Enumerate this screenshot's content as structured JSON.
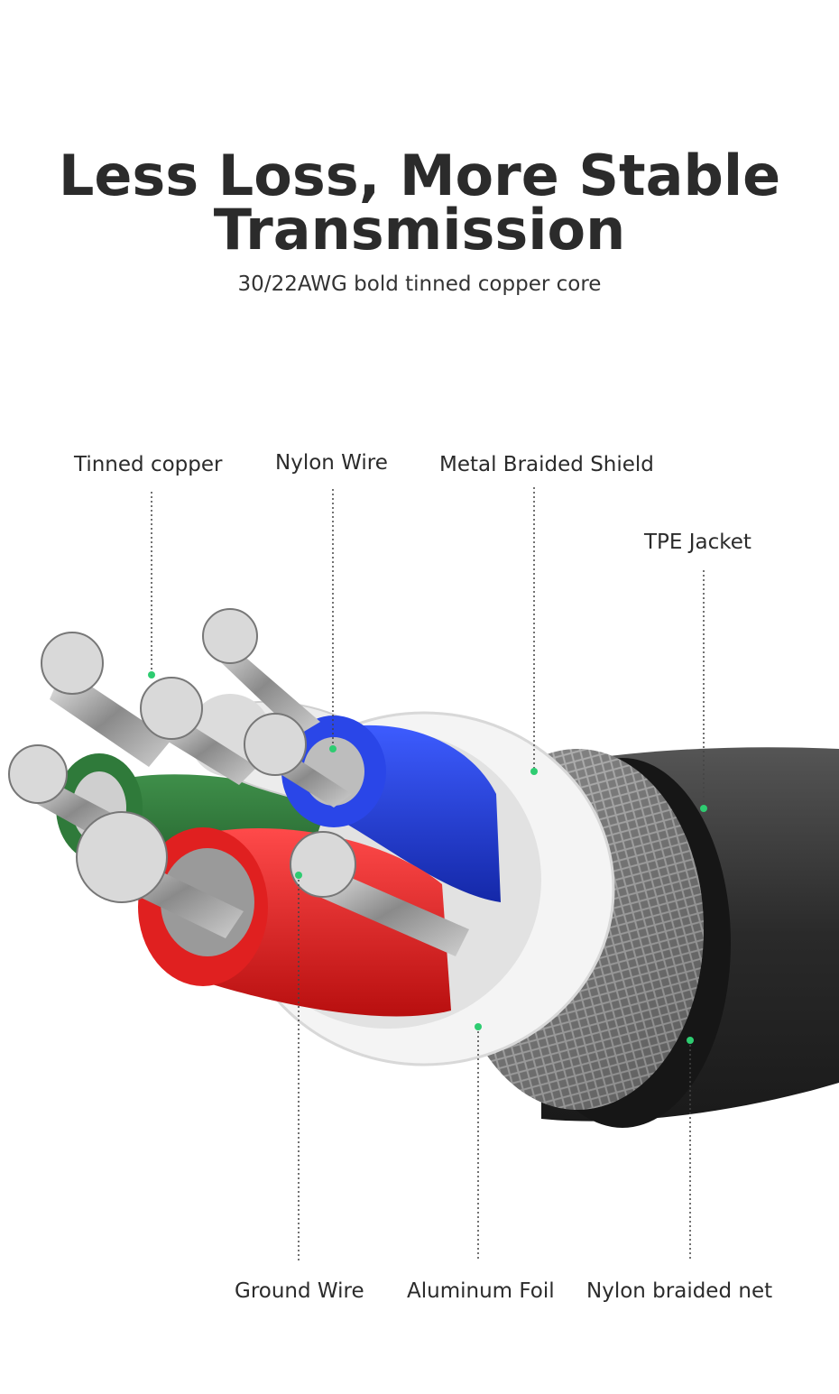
{
  "title": {
    "line1": "Less Loss, More Stable",
    "line2": "Transmission"
  },
  "subtitle": "30/22AWG bold tinned copper core",
  "callouts": {
    "tinned_copper": "Tinned copper",
    "nylon_wire": "Nylon Wire",
    "metal_braided_shield": "Metal Braided Shield",
    "tpe_jacket": "TPE Jacket",
    "ground_wire": "Ground Wire",
    "aluminum_foil": "Aluminum Foil",
    "nylon_braided_net": "Nylon braided net"
  },
  "colors": {
    "text": "#2b2b2b",
    "marker": "#2ecc71",
    "jacket": "#3a3a3a",
    "wire_red": "#e02020",
    "wire_blue": "#1f3ee0",
    "wire_green": "#2f7a3a",
    "wire_white": "#e9e9e9",
    "foil": "#f2f2f2"
  }
}
